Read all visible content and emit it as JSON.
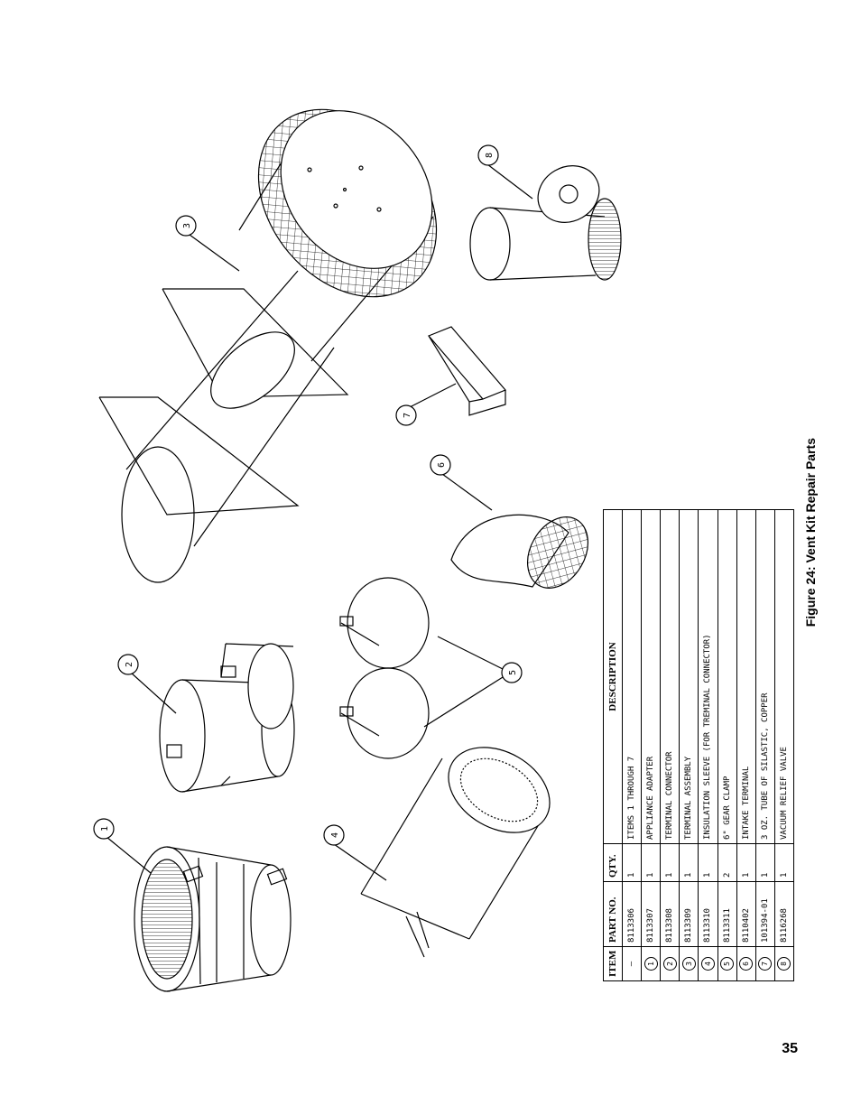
{
  "figure": {
    "caption": "Figure 24:  Vent Kit Repair Parts",
    "page_number": "35"
  },
  "callouts": [
    "1",
    "2",
    "3",
    "4",
    "5",
    "6",
    "7",
    "8"
  ],
  "parts_table": {
    "headers": {
      "item": "ITEM",
      "part_no": "PART NO.",
      "qty": "QTY.",
      "description": "DESCRIPTION"
    },
    "rows": [
      {
        "item": "—",
        "part_no": "8113306",
        "qty": "1",
        "description": "ITEMS 1 THROUGH 7"
      },
      {
        "item": "1",
        "part_no": "8113307",
        "qty": "1",
        "description": "APPLIANCE ADAPTER"
      },
      {
        "item": "2",
        "part_no": "8113308",
        "qty": "1",
        "description": "TERMINAL CONNECTOR"
      },
      {
        "item": "3",
        "part_no": "8113309",
        "qty": "1",
        "description": "TERMINAL ASSEMBLY"
      },
      {
        "item": "4",
        "part_no": "8113310",
        "qty": "1",
        "description": "INSULATION SLEEVE (FOR TREMINAL CONNECTOR)"
      },
      {
        "item": "5",
        "part_no": "8113311",
        "qty": "2",
        "description": "6\" GEAR CLAMP"
      },
      {
        "item": "6",
        "part_no": "8110402",
        "qty": "1",
        "description": "INTAKE TERMINAL"
      },
      {
        "item": "7",
        "part_no": "101394-01",
        "qty": "1",
        "description": "3 OZ. TUBE OF SILASTIC, COPPER"
      },
      {
        "item": "8",
        "part_no": "8116268",
        "qty": "1",
        "description": "VACUUM RELIEF VALVE"
      }
    ]
  }
}
